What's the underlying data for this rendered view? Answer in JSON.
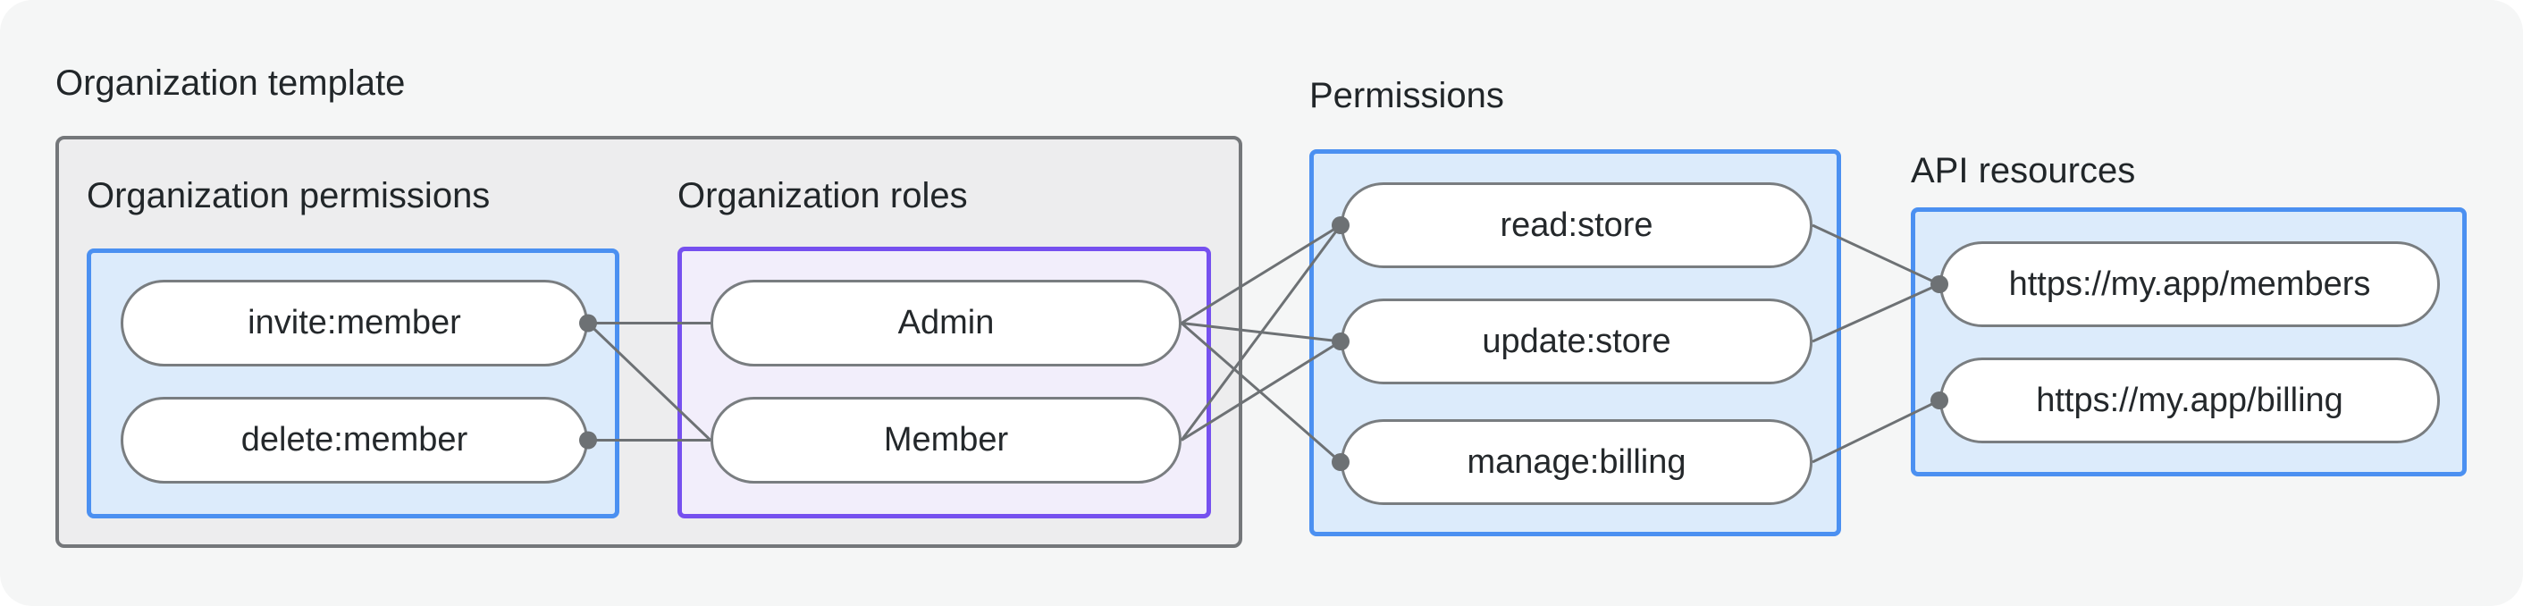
{
  "diagram_title": "Organization template",
  "colors": {
    "canvas_bg": "#f5f6f6",
    "gray_box_fill": "#ededee",
    "gray_box_border": "#74777a",
    "blue_box_fill": "#dcebfb",
    "blue_box_border": "#4b90f1",
    "purple_box_fill": "#f2eefb",
    "purple_box_border": "#7650ef",
    "pill_fill": "#ffffff",
    "pill_border": "#797d80",
    "wire": "#6d7174",
    "text": "#212629"
  },
  "groups": [
    {
      "id": "org-template",
      "label": "Organization template",
      "style": "gray"
    },
    {
      "id": "org-permissions",
      "label": "Organization permissions",
      "style": "blue"
    },
    {
      "id": "org-roles",
      "label": "Organization roles",
      "style": "purple"
    },
    {
      "id": "permissions",
      "label": "Permissions",
      "style": "blue"
    },
    {
      "id": "api-resources",
      "label": "API resources",
      "style": "blue"
    }
  ],
  "nodes": [
    {
      "id": "invite",
      "label": "invite:member",
      "group": "org-permissions"
    },
    {
      "id": "delete",
      "label": "delete:member",
      "group": "org-permissions"
    },
    {
      "id": "admin",
      "label": "Admin",
      "group": "org-roles"
    },
    {
      "id": "member",
      "label": "Member",
      "group": "org-roles"
    },
    {
      "id": "read",
      "label": "read:store",
      "group": "permissions"
    },
    {
      "id": "update",
      "label": "update:store",
      "group": "permissions"
    },
    {
      "id": "manage",
      "label": "manage:billing",
      "group": "permissions"
    },
    {
      "id": "members-api",
      "label": "https://my.app/members",
      "group": "api-resources"
    },
    {
      "id": "billing-api",
      "label": "https://my.app/billing",
      "group": "api-resources"
    }
  ],
  "edges": [
    {
      "from": "invite",
      "to": "admin"
    },
    {
      "from": "invite",
      "to": "member"
    },
    {
      "from": "delete",
      "to": "member"
    },
    {
      "from": "admin",
      "to": "read"
    },
    {
      "from": "admin",
      "to": "update"
    },
    {
      "from": "admin",
      "to": "manage"
    },
    {
      "from": "member",
      "to": "read"
    },
    {
      "from": "member",
      "to": "update"
    },
    {
      "from": "read",
      "to": "members-api"
    },
    {
      "from": "update",
      "to": "members-api"
    },
    {
      "from": "manage",
      "to": "billing-api"
    }
  ],
  "connector_dots": [
    {
      "node": "invite",
      "side": "right"
    },
    {
      "node": "delete",
      "side": "right"
    },
    {
      "node": "read",
      "side": "left"
    },
    {
      "node": "update",
      "side": "left"
    },
    {
      "node": "manage",
      "side": "left"
    },
    {
      "node": "members-api",
      "side": "left"
    },
    {
      "node": "billing-api",
      "side": "left"
    }
  ]
}
